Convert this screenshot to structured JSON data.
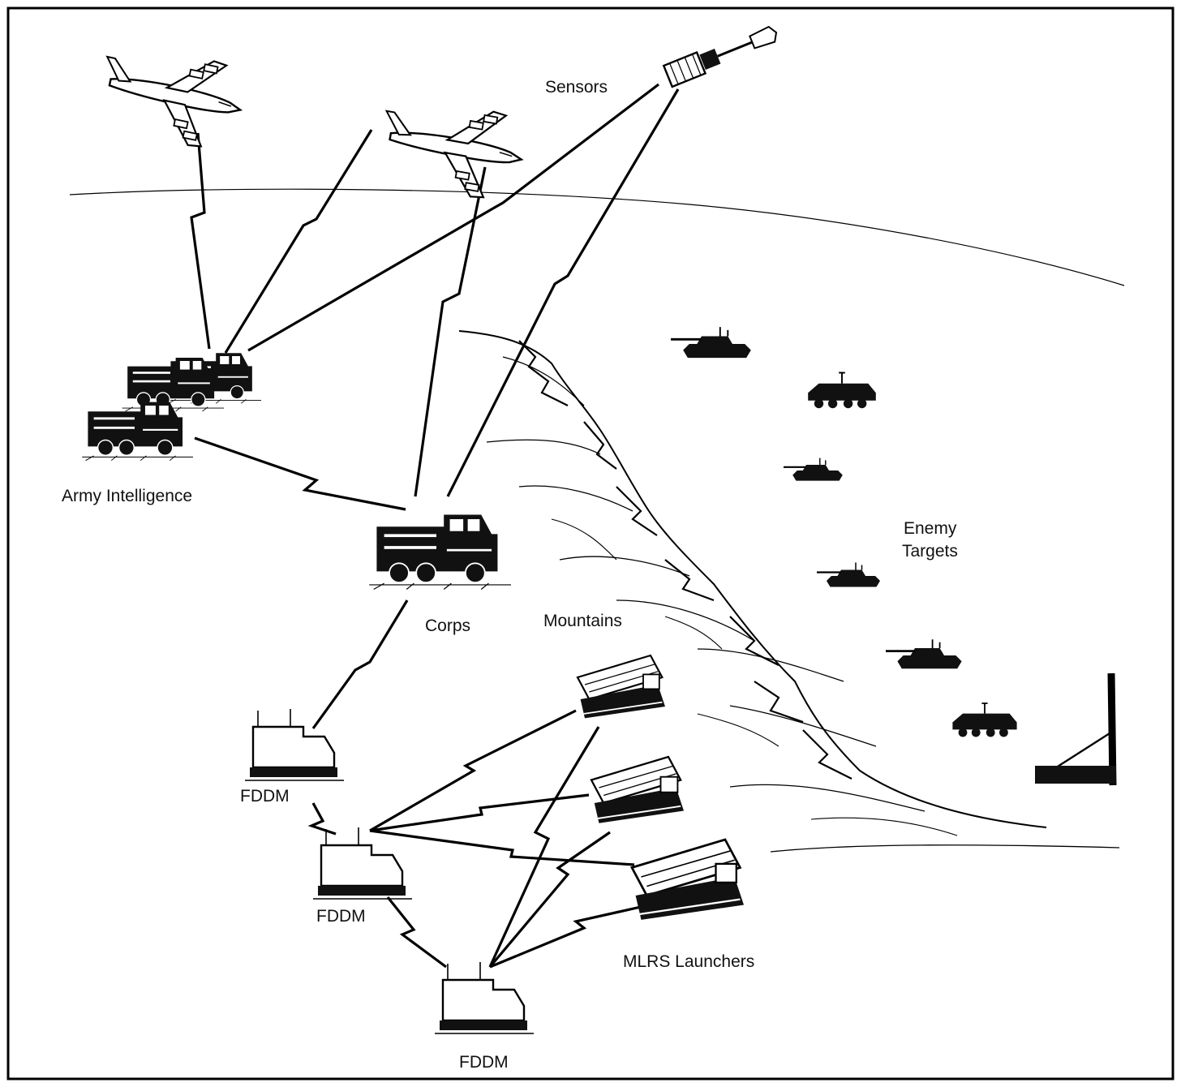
{
  "labels": {
    "sensors": "Sensors",
    "army_intelligence": "Army Intelligence",
    "corps": "Corps",
    "mountains": "Mountains",
    "enemy_targets_line1": "Enemy",
    "enemy_targets_line2": "Targets",
    "fddm_1": "FDDM",
    "fddm_2": "FDDM",
    "fddm_3": "FDDM",
    "mlrs_launchers": "MLRS Launchers"
  },
  "icons": {
    "aircraft": "aircraft-icon",
    "satellite": "satellite-icon",
    "truck": "command-truck-icon",
    "fddm": "fddm-vehicle-icon",
    "launcher": "mlrs-launcher-icon",
    "enemy": "enemy-vehicle-icon",
    "antenna": "antenna-tower-icon"
  },
  "colors": {
    "ink": "#111111",
    "background": "#ffffff"
  }
}
